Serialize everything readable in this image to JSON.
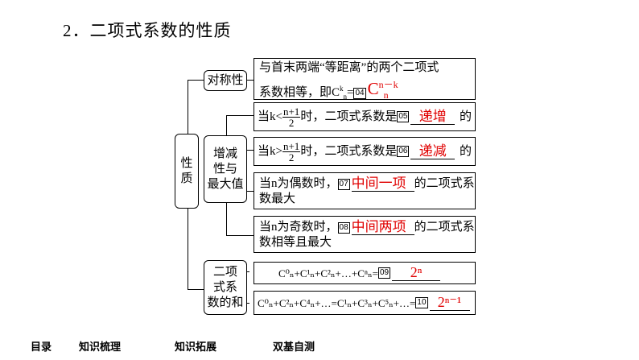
{
  "title": "2．二项式系数的性质",
  "root": {
    "label_line1": "性",
    "label_line2": "质"
  },
  "symmetry": {
    "label": "对称性",
    "text_line1": "与首末两端“等距离”的两个二项式",
    "text_line2_prefix": "系数相等，即C",
    "text_line2_mid": "=",
    "num": "04",
    "answer_sup": "n－k",
    "answer_sub": "n"
  },
  "monotone": {
    "label_line1": "增减",
    "label_line2": "性与",
    "label_line3": "最大值",
    "row1": {
      "prefix": "当k<",
      "frac_top": "n+1",
      "frac_bottom": "2",
      "suffix": "时，二项式系数是",
      "num": "05",
      "answer": "递增",
      "tail": "的"
    },
    "row2": {
      "prefix": "当k>",
      "frac_top": "n+1",
      "frac_bottom": "2",
      "suffix": "时，二项式系数是",
      "num": "06",
      "answer": "递减",
      "tail": "的"
    },
    "row3": {
      "prefix": "当n为偶数时，",
      "num": "07",
      "answer": "中间一项",
      "suffix": "的二项式系",
      "line2": "数最大"
    },
    "row4": {
      "prefix": "当n为奇数时，",
      "num": "08",
      "answer": "中间两项",
      "suffix": "的二项式系",
      "line2": "数相等且最大"
    }
  },
  "sum": {
    "label_line1": "二项",
    "label_line2": "式系",
    "label_line3": "数的和",
    "row1": {
      "formula": "C⁰ₙ+C¹ₙ+C²ₙ+…+Cⁿₙ=",
      "num": "09",
      "answer": "2ⁿ"
    },
    "row2": {
      "formula": "C⁰ₙ+C²ₙ+C⁴ₙ+…=C¹ₙ+C³ₙ+C⁵ₙ+…=",
      "num": "10",
      "answer": "2ⁿ⁻¹"
    }
  },
  "footer": {
    "items": [
      "目录",
      "知识梳理",
      "知识拓展",
      "双基自测"
    ]
  }
}
